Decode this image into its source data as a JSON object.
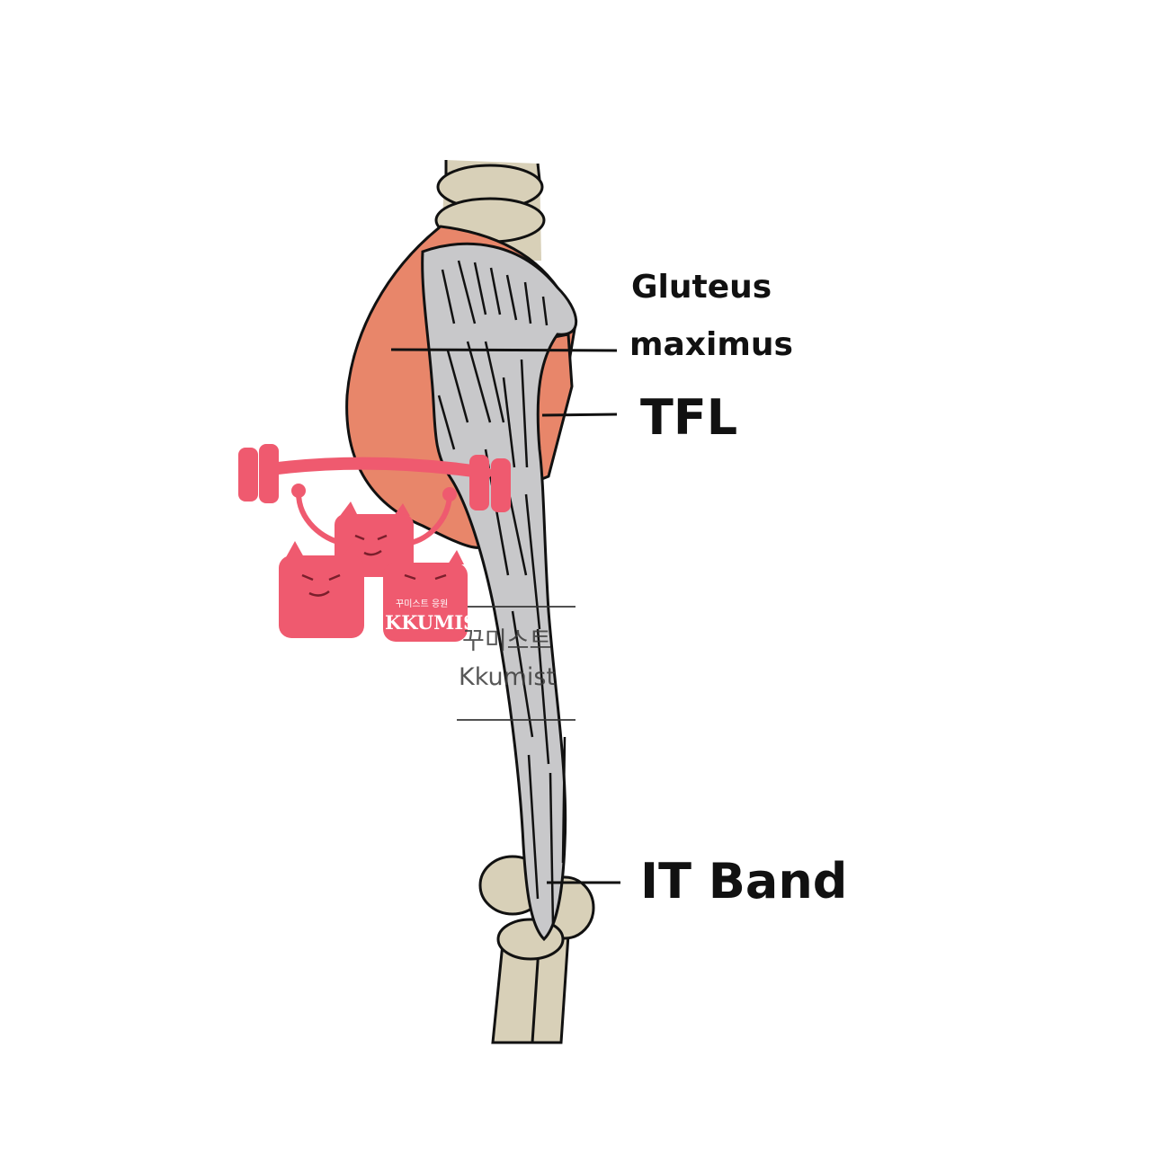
{
  "labels": {
    "gluteus_line1": "Gluteus",
    "gluteus_line2": "maximus",
    "tfl": "TFL",
    "it_band": "IT Band"
  },
  "watermark": {
    "korean": "꾸미스트",
    "english": "Kkumist"
  },
  "logo": {
    "subtitle": "꾸미스트 응원",
    "name": "KKUMIST"
  },
  "colors": {
    "background": "#ffffff",
    "bone": "#d8d0b8",
    "fascia": "#c8c8ca",
    "muscle": "#e8866a",
    "outline": "#111111",
    "logo": "#ef5a6f"
  }
}
